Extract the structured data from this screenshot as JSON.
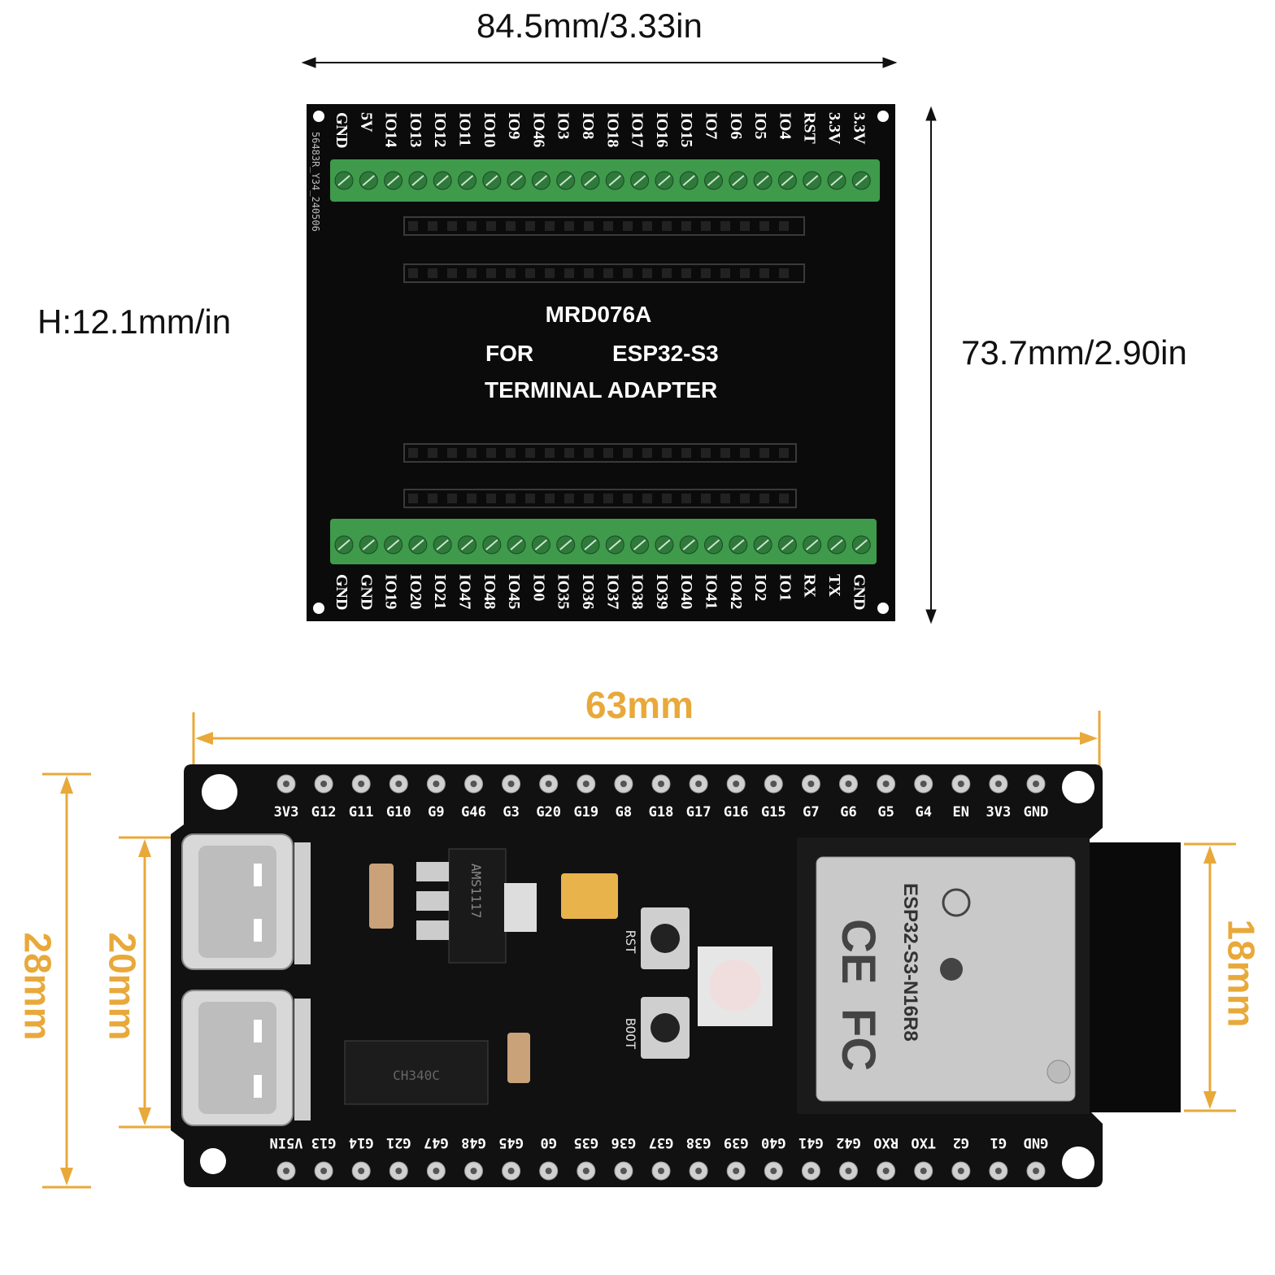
{
  "adapter": {
    "width_label": "84.5mm/3.33in",
    "height_label": "73.7mm/2.90in",
    "h_label": "H:12.1mm/in",
    "board_title": "MRD076A",
    "board_for": "FOR",
    "board_chip": "ESP32-S3",
    "board_sub": "TERMINAL ADAPTER",
    "silk_code": "56483R_Y34_240506",
    "top_pins": [
      "GND",
      "5V",
      "IO14",
      "IO13",
      "IO12",
      "IO11",
      "IO10",
      "IO9",
      "IO46",
      "IO3",
      "IO8",
      "IO18",
      "IO17",
      "IO16",
      "IO15",
      "IO7",
      "IO6",
      "IO5",
      "IO4",
      "RST",
      "3.3V",
      "3.3V"
    ],
    "bottom_pins": [
      "GND",
      "GND",
      "IO19",
      "IO20",
      "IO21",
      "IO47",
      "IO48",
      "IO45",
      "IO0",
      "IO35",
      "IO36",
      "IO37",
      "IO38",
      "IO39",
      "IO40",
      "IO41",
      "IO42",
      "IO2",
      "IO1",
      "RX",
      "TX",
      "GND"
    ],
    "colors": {
      "pcb": "#0b0b0b",
      "terminal": "#3f9a4c",
      "text": "#ffffff"
    }
  },
  "devboard": {
    "width_label": "63mm",
    "height_outer_label": "28mm",
    "height_inner_label": "20mm",
    "antenna_label": "18mm",
    "top_pins": [
      "3V3",
      "G12",
      "G11",
      "G10",
      "G9",
      "G46",
      "G3",
      "G20",
      "G19",
      "G8",
      "G18",
      "G17",
      "G16",
      "G15",
      "G7",
      "G6",
      "G5",
      "G4",
      "EN",
      "3V3",
      "GND"
    ],
    "bottom_pins": [
      "V5IN",
      "G13",
      "G14",
      "G21",
      "G47",
      "G48",
      "G45",
      "G0",
      "G35",
      "G36",
      "G37",
      "G38",
      "G39",
      "G40",
      "G41",
      "G42",
      "RXO",
      "TXO",
      "G2",
      "G1",
      "GND"
    ],
    "module_label": "ESP32-S3-N16R8",
    "ldo_label": "AMS1117",
    "usb_chip_label": "CH340C",
    "rst_label": "RST",
    "boot_label": "BOOT",
    "colors": {
      "pcb": "#111111",
      "accent": "#e8a93a",
      "module": "#c9c9c9"
    }
  }
}
